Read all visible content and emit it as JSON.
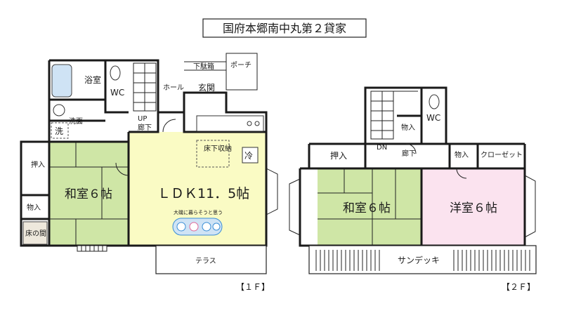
{
  "title": "国府本郷南中丸第２貸家",
  "colors": {
    "washitsu": "#cfe6a6",
    "ldk": "#fafbc4",
    "yoshitsu": "#fbe3ef",
    "wall": "#1a1a1a",
    "water": "#cfe3f5"
  },
  "floor1": {
    "label": "【１Ｆ】",
    "rooms": {
      "bath": "浴室",
      "wc": "WC",
      "shoe_box": "下駄箱",
      "porch": "ポーチ",
      "hall": "ホール",
      "entrance": "玄関",
      "washroom": "洗面",
      "washer": "洗",
      "up": "UP",
      "corridor": "廊下",
      "closet": "押入",
      "storage": "物入",
      "tokonoma": "床の間",
      "washitsu": "和室６帖",
      "ldk": "ＬＤＫ11．5帖",
      "underfloor": "床下収納",
      "fridge": "冷",
      "terrace": "テラス"
    }
  },
  "floor2": {
    "label": "【２Ｆ】",
    "rooms": {
      "dn": "DN",
      "corridor": "廊下",
      "storage1": "物入",
      "wc": "WC",
      "closet": "押入",
      "storage2": "物入",
      "closet_west": "クローゼット",
      "washitsu": "和室６帖",
      "yoshitsu": "洋室６帖",
      "sundeck": "サンデッキ"
    }
  },
  "mascot": {
    "tagline": "大磯に暮らそうと思う",
    "logo_name": "mascot-logo"
  }
}
